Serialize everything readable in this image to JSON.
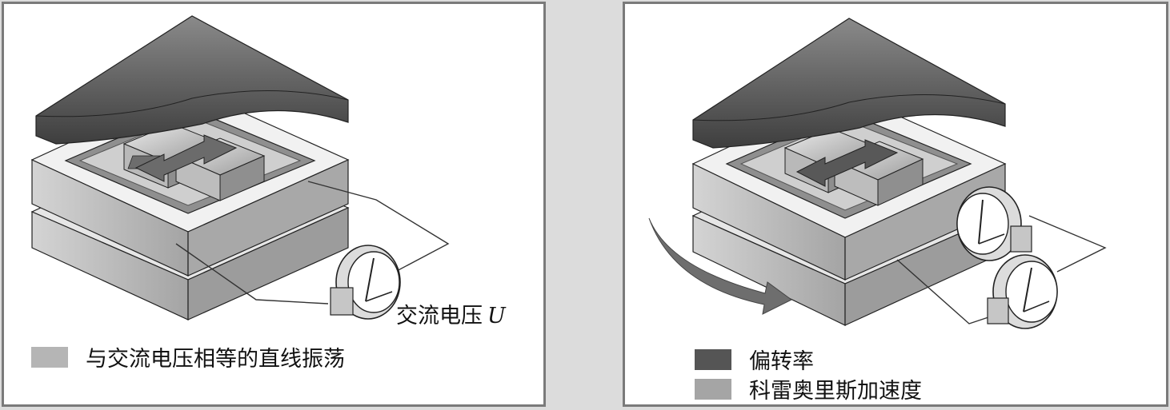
{
  "left_panel": {
    "voltage_label": "交流电压",
    "voltage_symbol": "U",
    "legend": [
      {
        "text": "与交流电压相等的直线振荡",
        "color": "#b5b5b5"
      }
    ]
  },
  "right_panel": {
    "legend": [
      {
        "text": "偏转率",
        "color": "#555555"
      },
      {
        "text": "科雷奥里斯加速度",
        "color": "#a5a5a5"
      }
    ]
  },
  "colors": {
    "magnet": "#5c5c5c",
    "frame_top": "#f1f1f1",
    "frame_side": "#c4c4c4",
    "outline": "#222222",
    "rotation_arrow": "#6e6e6e"
  }
}
